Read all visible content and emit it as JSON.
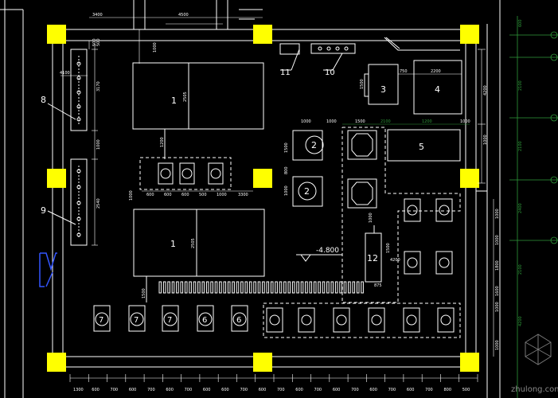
{
  "plan": {
    "elevation_label": "-4.800",
    "equipment_tags": {
      "pump_room_1_upper": "1",
      "pump_room_1_lower": "1",
      "tank_2_upper": "2",
      "tank_2_lower": "2",
      "tank_3": "3",
      "tank_4": "4",
      "tank_5": "5",
      "unit_6a": "6",
      "unit_6b": "6",
      "unit_7a": "7",
      "unit_7b": "7",
      "unit_7c": "7",
      "cabinet_8": "8",
      "cabinet_9": "9",
      "panel_10": "10",
      "panel_11": "11",
      "unit_12": "12"
    },
    "top_dimensions": [
      "3400",
      "4500",
      "500",
      "1000"
    ],
    "left_dimensions": [
      "500",
      "3170",
      "1000",
      "2540",
      "4100"
    ],
    "room_dimensions": [
      "3300",
      "2505",
      "1200",
      "600",
      "600",
      "600",
      "500",
      "1000",
      "2505",
      "1500",
      "750",
      "2200",
      "1500",
      "1000",
      "1000",
      "1000",
      "1500",
      "2100",
      "1200",
      "1000",
      "1500",
      "1000",
      "4200",
      "800"
    ],
    "middle_dimensions": [
      "1000",
      "1500",
      "1000",
      "4200",
      "1000",
      "875"
    ],
    "bottom_dimensions": [
      "1300",
      "600",
      "700",
      "600",
      "700",
      "600",
      "700",
      "600",
      "600",
      "700",
      "600",
      "700",
      "600",
      "700",
      "600",
      "700",
      "600",
      "700",
      "600",
      "700",
      "800",
      "500"
    ],
    "right_dimensions": [
      "1000",
      "1000",
      "1800",
      "1000",
      "1600",
      "1000"
    ],
    "grid_dimensions": [
      "600",
      "2100",
      "2100",
      "2400",
      "2100",
      "4200"
    ],
    "watermark": "zhulong.com"
  }
}
